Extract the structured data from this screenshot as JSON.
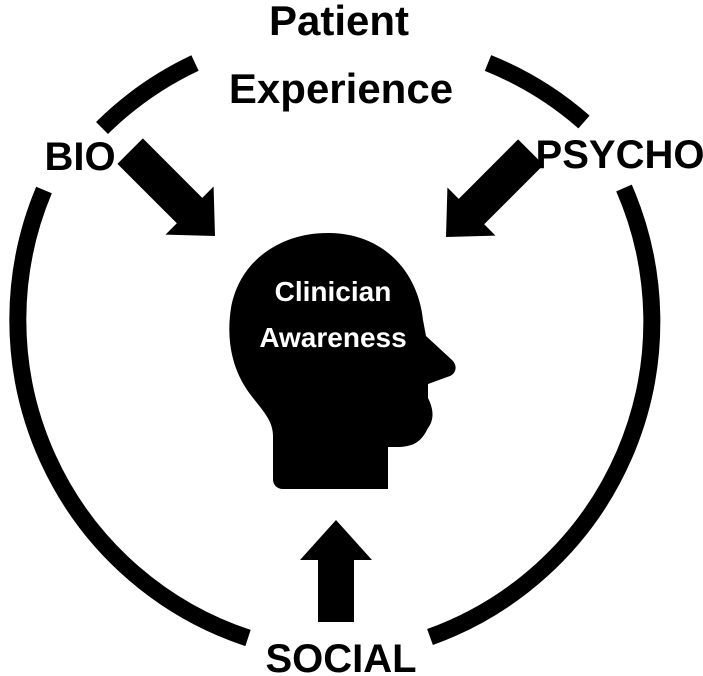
{
  "diagram": {
    "title_line1": "Patient",
    "title_line2": "Experience",
    "bio": "BIO",
    "psycho": "PSYCHO",
    "social": "SOCIAL",
    "center_line1": "Clinician",
    "center_line2": "Awareness",
    "ink_color": "#000000",
    "center_text_color": "#ffffff",
    "icons": [
      "head-icon",
      "arrow-icon"
    ]
  }
}
